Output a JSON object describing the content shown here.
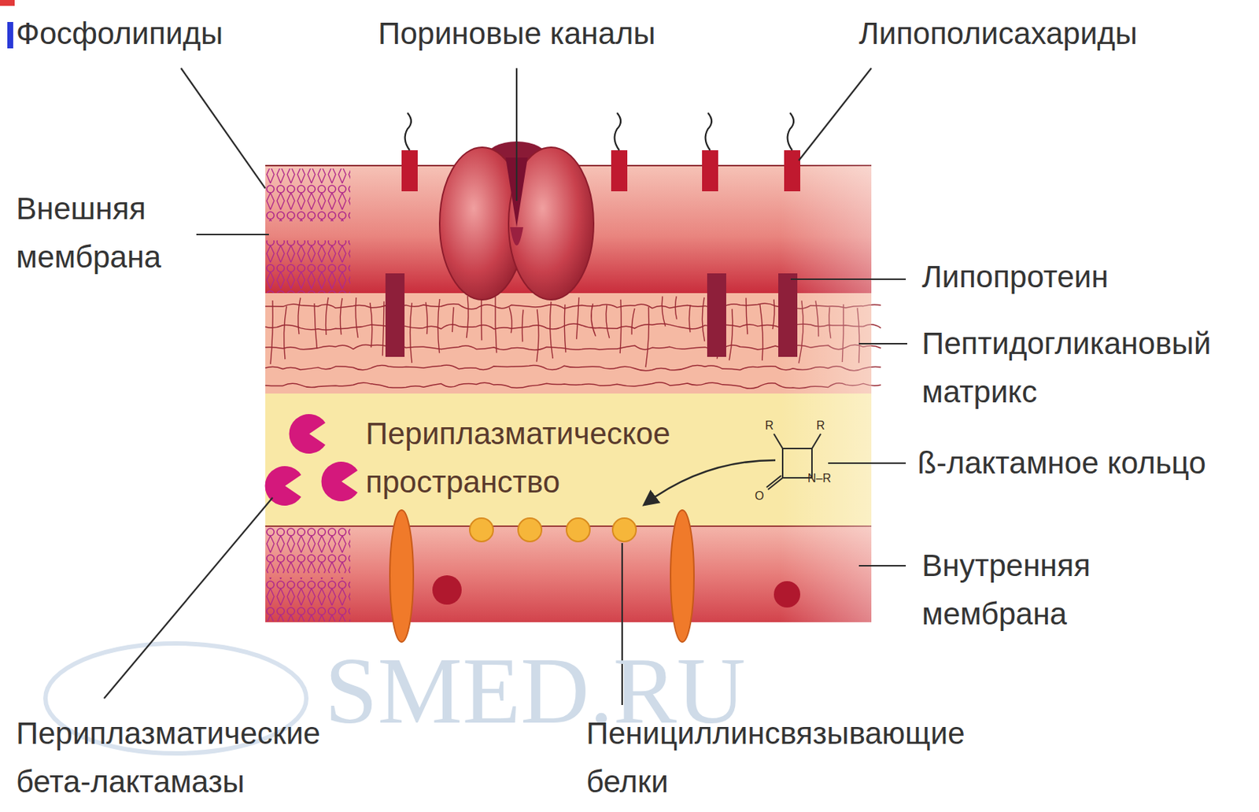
{
  "diagram": {
    "nodes": [
      {
        "text": [
          "Периплазматическое пространство"
        ]
      }
    ],
    "labels": [
      "Фосфолипиды",
      "Пориновые каналы",
      "Липополисахариды",
      "Внешняя мембрана",
      "Липопротеин",
      "Пептидогликановый матрикс",
      "ß-лактамное кольцо",
      "Внутренняя мембрана",
      "Периплазматические бета-лактамазы",
      "Пенициллинсвязывающие белки",
      "SMED.RU",
      "R",
      "R",
      "O",
      "N–R"
    ]
  }
}
